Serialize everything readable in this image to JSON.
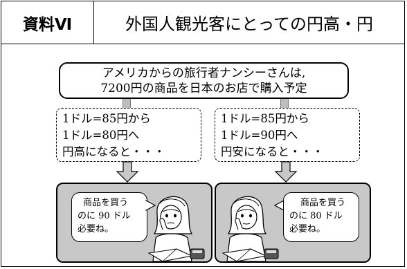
{
  "header": {
    "label": "資料Ⅵ",
    "title": "外国人観光客にとっての円高・円"
  },
  "top_box": {
    "line1": "アメリカからの旅行者ナンシーさんは,",
    "line2": "7200円の商品を日本のお店で購入予定"
  },
  "left_case": {
    "line1": "1ドル=85円から",
    "line2": "1ドル=80円へ",
    "line3": "円高になると・・・",
    "speech": {
      "line1": "商品を買う",
      "line2": "のに 90 ドル",
      "line3": "必要ね。"
    }
  },
  "right_case": {
    "line1": "1ドル=85円から",
    "line2": "1ドル=90円へ",
    "line3": "円安になると・・・",
    "speech": {
      "line1": "商品を買う",
      "line2": "のに 80 ドル",
      "line3": "必要ね。"
    }
  },
  "colors": {
    "arrow_fill": "#c8c8c8",
    "scene_background": "#c8c8c8",
    "border": "#000000"
  }
}
